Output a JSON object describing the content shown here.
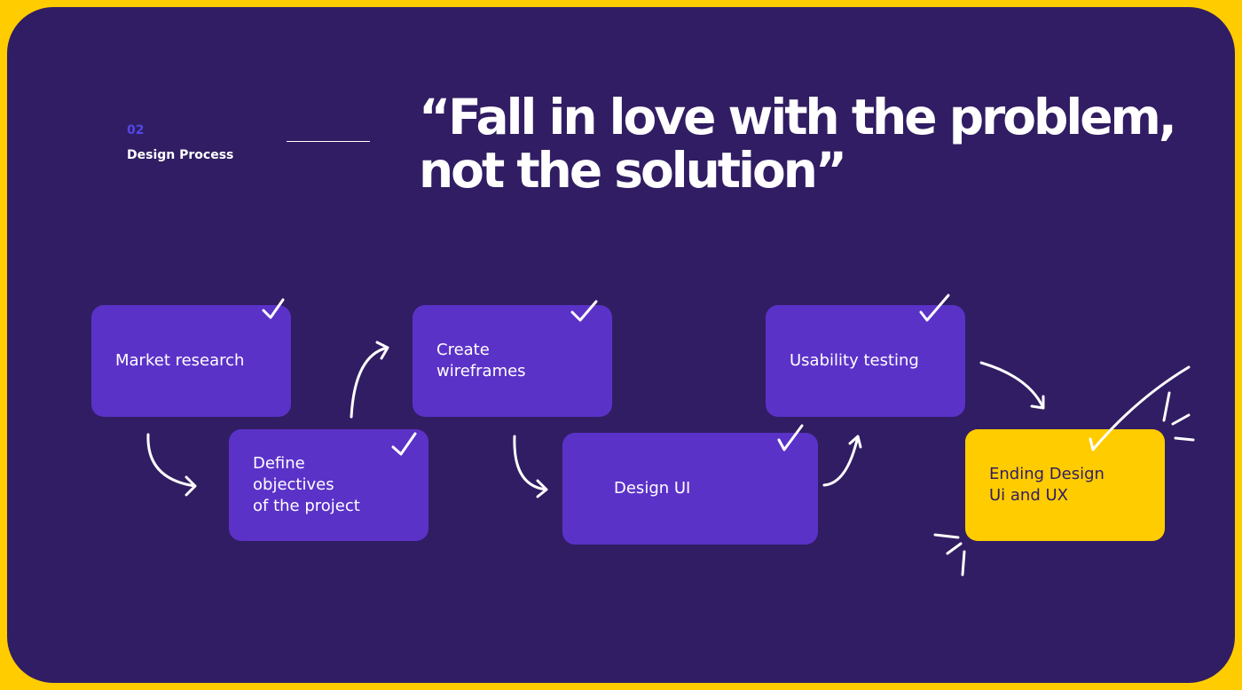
{
  "section": {
    "number": "02",
    "title": "Design Process"
  },
  "quote": "“Fall in love with the problem, not the solution”",
  "steps": [
    {
      "label": "Market research",
      "completed": true
    },
    {
      "label": "Define\nobjectives\nof the project",
      "completed": true
    },
    {
      "label": "Create\nwireframes",
      "completed": true
    },
    {
      "label": "Design UI",
      "completed": true
    },
    {
      "label": "Usability testing",
      "completed": true
    },
    {
      "label": "Ending Design\nUi and UX",
      "completed": true
    }
  ],
  "colors": {
    "frame": "#FFCC00",
    "background": "#311D63",
    "card": "#5B32C8",
    "accent": "#5148E6"
  }
}
